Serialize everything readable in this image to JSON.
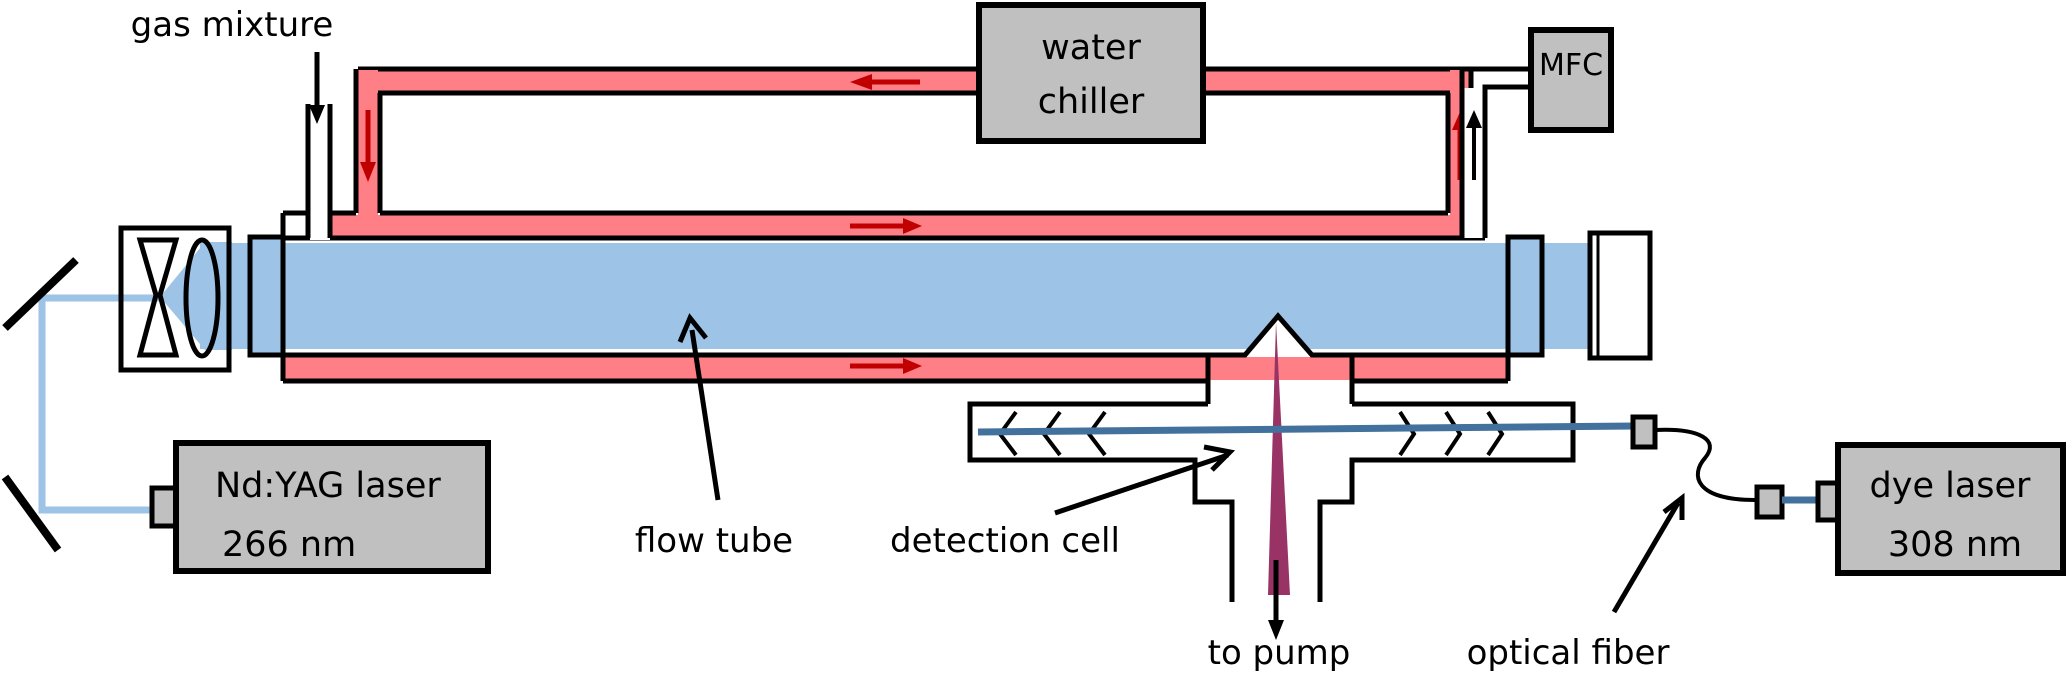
{
  "diagram": {
    "type": "experimental-setup",
    "subject": "flow tube with laser photolysis and LIF detection",
    "colors": {
      "coolant_jacket": "#ff7f86",
      "coolant_arrow": "#c00000",
      "photolysis_beam": "#9dc3e6",
      "probe_beam": "#41719c",
      "gas_flow_to_pump": "#993366",
      "device_box": "#c0c0c0",
      "outline": "#000000"
    },
    "labels": {
      "gas_mixture": "gas mixture",
      "water_chiller_line1": "water",
      "water_chiller_line2": "chiller",
      "mfc": "MFC",
      "ndyag_line1": "Nd:YAG laser",
      "ndyag_line2": "266 nm",
      "flow_tube": "flow tube",
      "detection_cell": "detection cell",
      "to_pump": "to pump",
      "optical_fiber": "optical fiber",
      "dye_line1": "dye laser",
      "dye_line2": "308 nm"
    },
    "components": [
      {
        "id": "water-chiller",
        "label": "water chiller"
      },
      {
        "id": "mfc",
        "label": "MFC"
      },
      {
        "id": "ndyag-laser",
        "label": "Nd:YAG laser",
        "wavelength_nm": 266
      },
      {
        "id": "dye-laser",
        "label": "dye laser",
        "wavelength_nm": 308
      },
      {
        "id": "flow-tube",
        "label": "flow tube"
      },
      {
        "id": "detection-cell",
        "label": "detection cell"
      },
      {
        "id": "optical-fiber",
        "label": "optical fiber"
      }
    ]
  }
}
